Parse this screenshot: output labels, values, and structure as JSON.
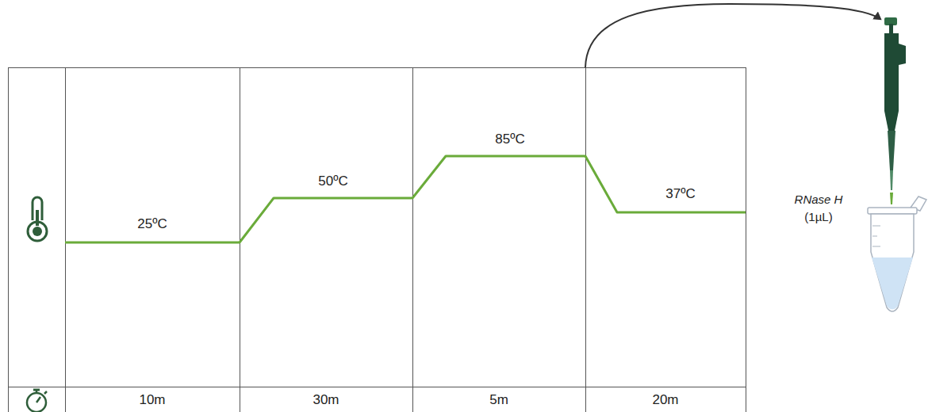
{
  "diagram": {
    "labels": [
      "25ºC",
      "50ºC",
      "85ºC",
      "37ºC",
      "10m",
      "30m",
      "5m",
      "20m",
      "RNase H",
      "(1µL)"
    ]
  }
}
